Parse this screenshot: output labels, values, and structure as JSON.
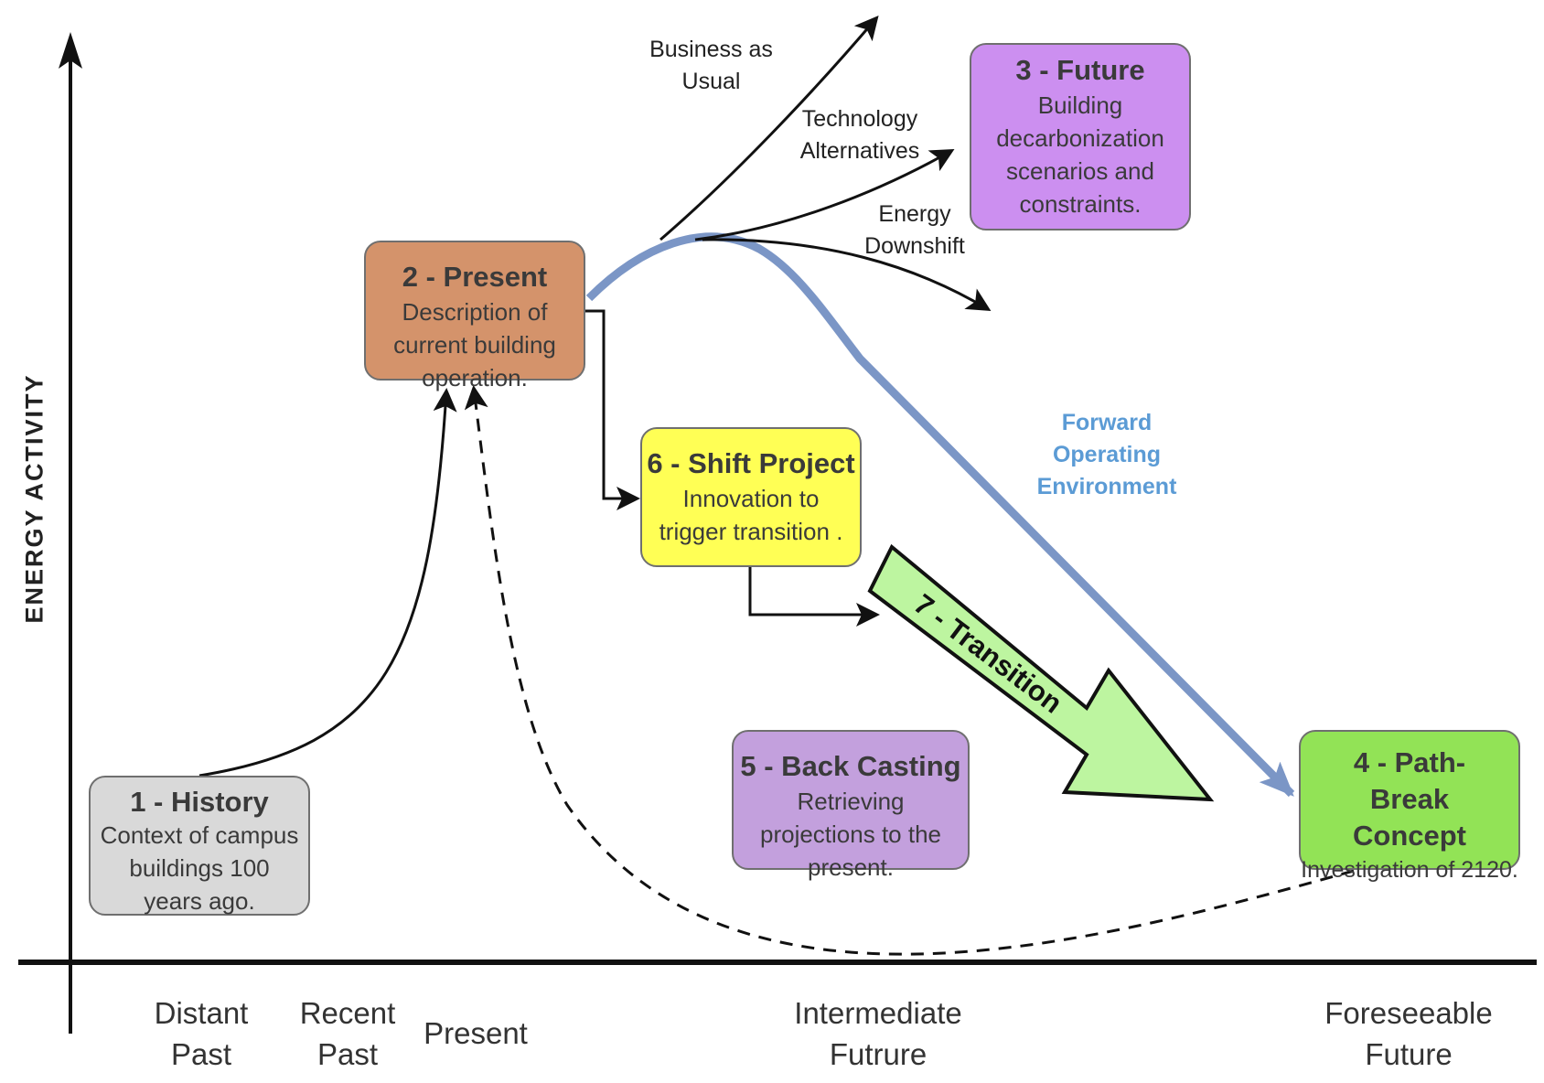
{
  "y_axis_label": "ENERGY ACTIVITY",
  "x_ticks": [
    {
      "line1": "Distant",
      "line2": "Past"
    },
    {
      "line1": "Recent",
      "line2": "Past"
    },
    {
      "line1": "Present",
      "line2": ""
    },
    {
      "line1": "Intermediate",
      "line2": "Futrure"
    },
    {
      "line1": "Foreseeable",
      "line2": "Future"
    }
  ],
  "nodes": {
    "history": {
      "title": "1 - History",
      "text": "Context of campus buildings 100 years ago.",
      "fill": "#d9d9d9"
    },
    "present": {
      "title": "2 - Present",
      "text": "Description of current building operation.",
      "fill": "#d4936b"
    },
    "future": {
      "title": "3 - Future",
      "text": "Building decarbonization scenarios and constraints.",
      "fill": "#cc8ff0"
    },
    "pathbreak": {
      "title": "4 - Path-Break Concept",
      "text": "Investigation of 2120.",
      "fill": "#92e356"
    },
    "backcasting": {
      "title": "5 - Back Casting",
      "text": "Retrieving projections to the present.",
      "fill": "#c3a0dd"
    },
    "shift": {
      "title": "6 - Shift Project",
      "text": "Innovation to trigger transition .",
      "fill": "#ffff55"
    }
  },
  "transition_label": "7 - Transition",
  "scenarios": {
    "business": {
      "line1": "Business as",
      "line2": "Usual"
    },
    "technology": {
      "line1": "Technology",
      "line2": "Alternatives"
    },
    "downshift": {
      "line1": "Energy",
      "line2": "Downshift"
    }
  },
  "forward": {
    "line1": "Forward Operating",
    "line2": "Environment"
  },
  "colors": {
    "forward_curve": "#7b96c6",
    "transition_arrow": "#bdf5a0",
    "axis": "#111111"
  }
}
